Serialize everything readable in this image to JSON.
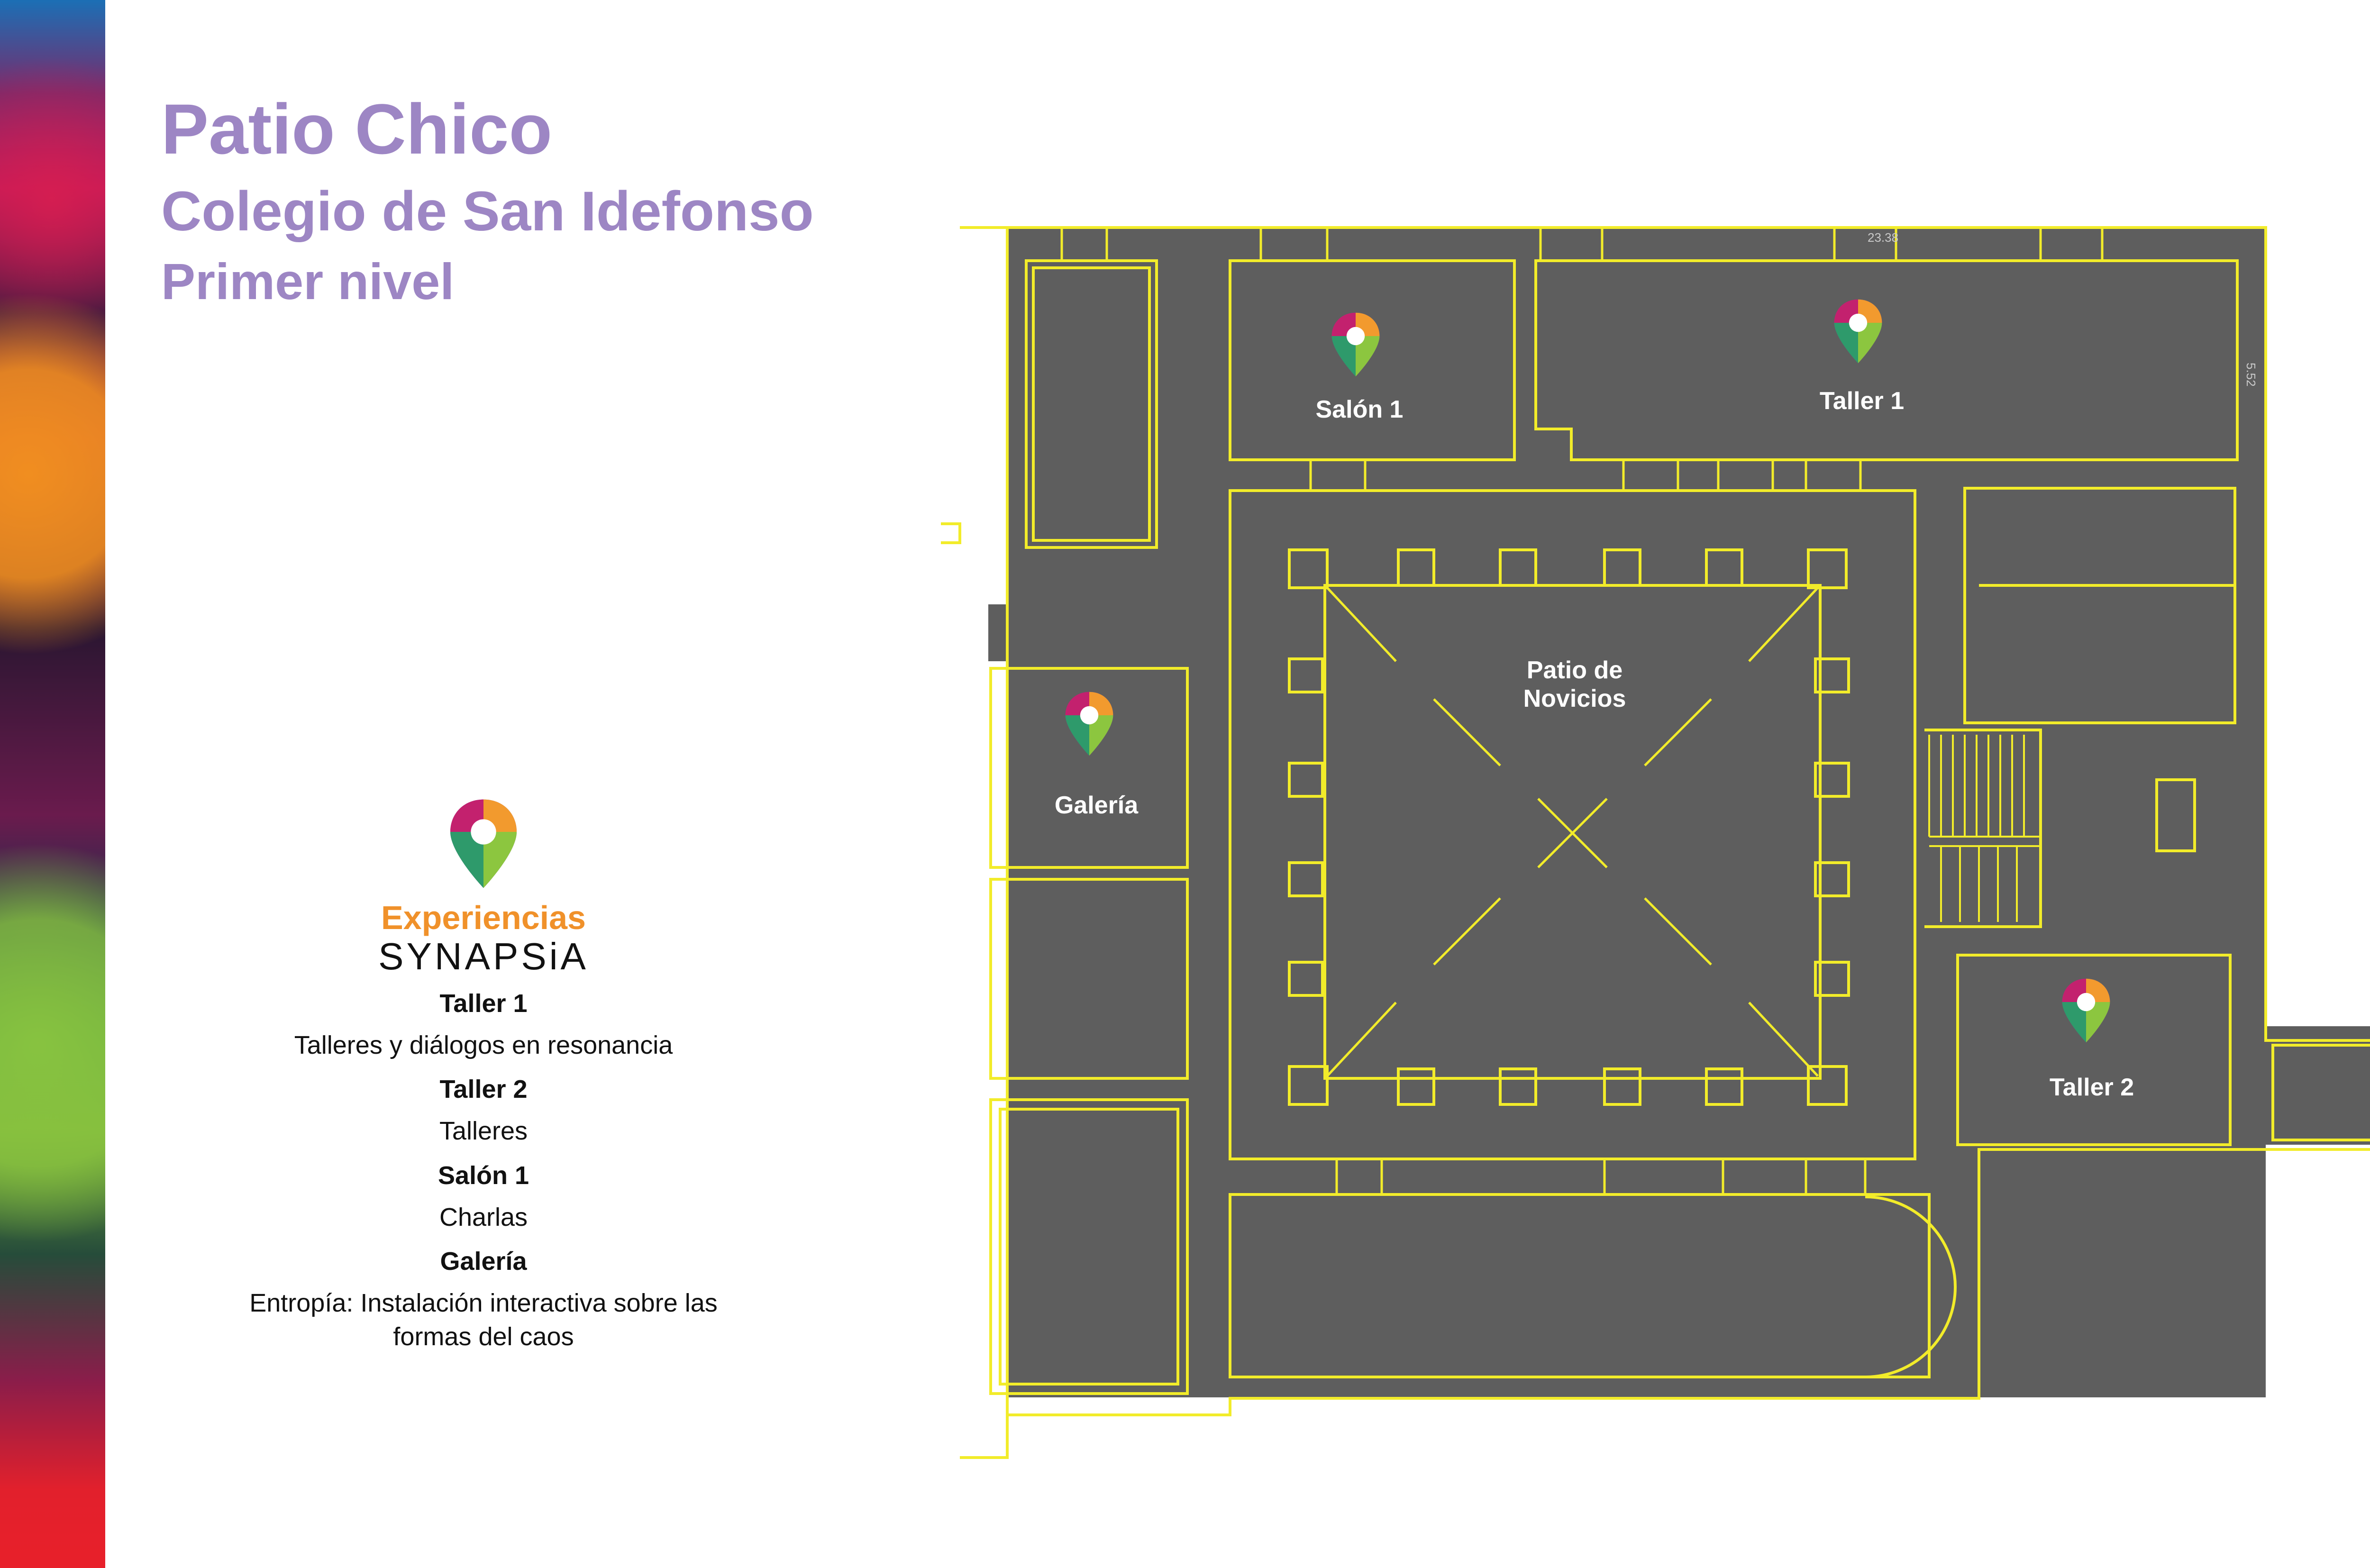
{
  "header": {
    "title": "Patio Chico",
    "subtitle": "Colegio de San Idefonso",
    "level": "Primer nivel"
  },
  "brand": {
    "top": "Experiencias",
    "bottom": "SYNAPSiA"
  },
  "legend": {
    "items": [
      {
        "title": "Taller 1",
        "description": "Talleres y diálogos en resonancia"
      },
      {
        "title": "Taller 2",
        "description": "Talleres"
      },
      {
        "title": "Salón 1",
        "description": "Charlas"
      },
      {
        "title": "Galería",
        "description": "Entropía: Instalación interactiva sobre las formas del caos"
      }
    ]
  },
  "map": {
    "rooms": {
      "salon1": "Salón 1",
      "taller1": "Taller 1",
      "galeria": "Galería",
      "taller2": "Taller 2",
      "patio_line1": "Patio de",
      "patio_line2": "Novicios"
    },
    "dimension_labels": [
      "23.38",
      "5.52"
    ]
  },
  "colors": {
    "title_purple": "#9d86c4",
    "brand_orange": "#f0912a",
    "floor_gray": "#5e5e5e",
    "wall_yellow": "#f2ec2a"
  },
  "icons": [
    "map-pin-icon"
  ]
}
